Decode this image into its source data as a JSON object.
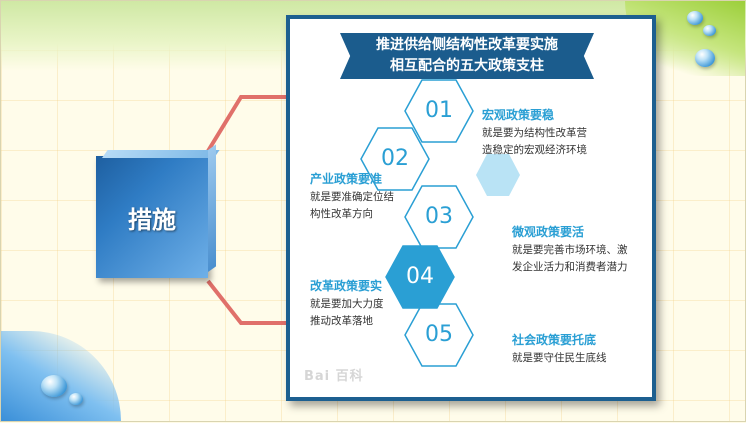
{
  "slide": {
    "measure_label": "措施",
    "banner": {
      "line1": "推进供给侧结构性改革要实施",
      "line2": "相互配合的五大政策支柱"
    },
    "pillars": [
      {
        "num": "01",
        "title": "宏观政策要稳",
        "desc": [
          "就是要为结构性改革营",
          "造稳定的宏观经济环境"
        ]
      },
      {
        "num": "02",
        "title": "产业政策要准",
        "desc": [
          "就是要准确定位结",
          "构性改革方向"
        ]
      },
      {
        "num": "03",
        "title": "微观政策要活",
        "desc": [
          "就是要完善市场环境、激",
          "发企业活力和消费者潜力"
        ]
      },
      {
        "num": "04",
        "title": "改革政策要实",
        "desc": [
          "就是要加大力度",
          "推动改革落地"
        ]
      },
      {
        "num": "05",
        "title": "社会政策要托底",
        "desc": [
          "就是要守住民生底线"
        ]
      }
    ],
    "watermark": "Bai  百科",
    "colors": {
      "accent": "#2a9fd4",
      "banner": "#1b5c8d",
      "connector": "#e0706a",
      "cube": "#2f7cc4"
    }
  }
}
